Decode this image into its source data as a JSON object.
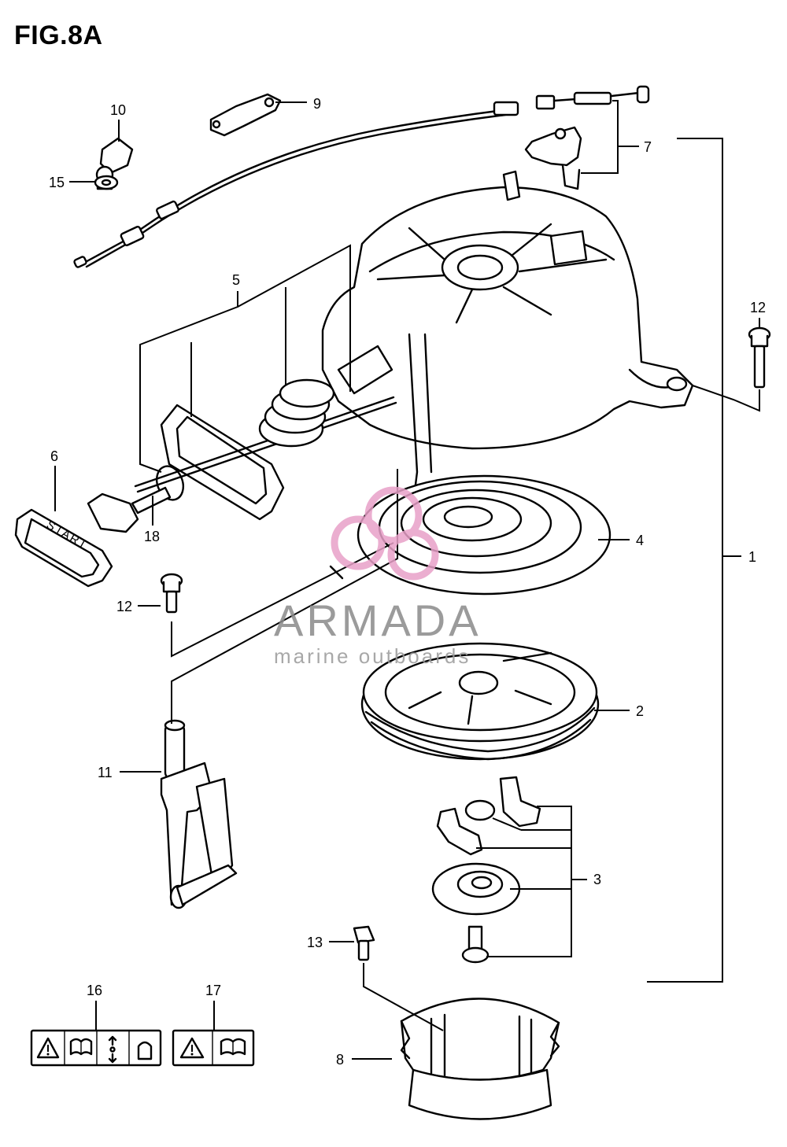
{
  "figure": {
    "title": "FIG.8A"
  },
  "callouts": {
    "c1": "1",
    "c2": "2",
    "c3": "3",
    "c4": "4",
    "c5": "5",
    "c6": "6",
    "c7": "7",
    "c8": "8",
    "c9": "9",
    "c10": "10",
    "c11": "11",
    "c12a": "12",
    "c12b": "12",
    "c13": "13",
    "c15": "15",
    "c16": "16",
    "c17": "17",
    "c18": "18"
  },
  "handle_text": "START",
  "watermark": {
    "name": "ARMADA",
    "tagline": "marine outboards",
    "colors": {
      "logo": "#e8a0c8",
      "text": "#8a8a8a"
    }
  },
  "colors": {
    "ink": "#000000",
    "paper": "#ffffff"
  }
}
